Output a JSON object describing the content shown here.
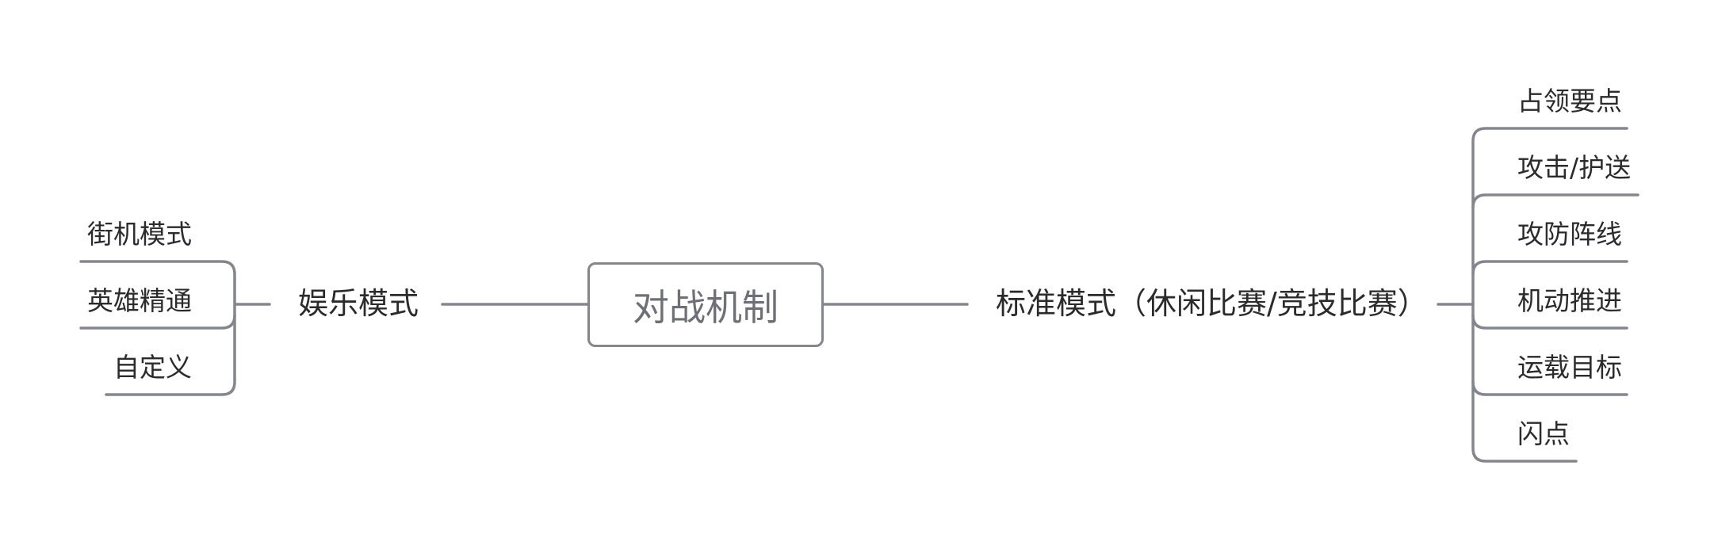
{
  "colors": {
    "line": "#858590",
    "text": "#2b2b2b",
    "root_text": "#6f6f77"
  },
  "root": {
    "label": "对战机制"
  },
  "left": {
    "label": "娱乐模式",
    "children": [
      "街机模式",
      "英雄精通",
      "自定义"
    ]
  },
  "right": {
    "label": "标准模式（休闲比赛/竞技比赛）",
    "children": [
      "占领要点",
      "攻击/护送",
      "攻防阵线",
      "机动推进",
      "运载目标",
      "闪点"
    ]
  }
}
